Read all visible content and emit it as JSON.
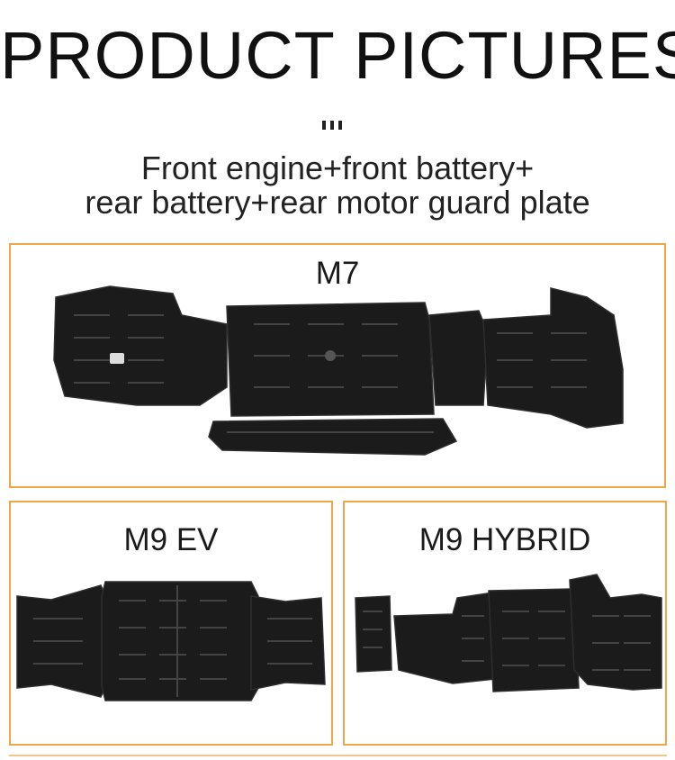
{
  "header": {
    "title": "PRODUCT  PICTURES",
    "subtitle_line1": "Front engine+front battery+",
    "subtitle_line2": "rear battery+rear motor guard plate"
  },
  "products": [
    {
      "label": "M7",
      "image": "guard-plate-image"
    },
    {
      "label": "M9 EV",
      "image": "guard-plate-image"
    },
    {
      "label": "M9 HYBRID",
      "image": "guard-plate-image"
    }
  ],
  "colors": {
    "accent_border": "#f0a54a",
    "plate": "#1b1b1b",
    "plate_detail": "#3a3a3a"
  }
}
